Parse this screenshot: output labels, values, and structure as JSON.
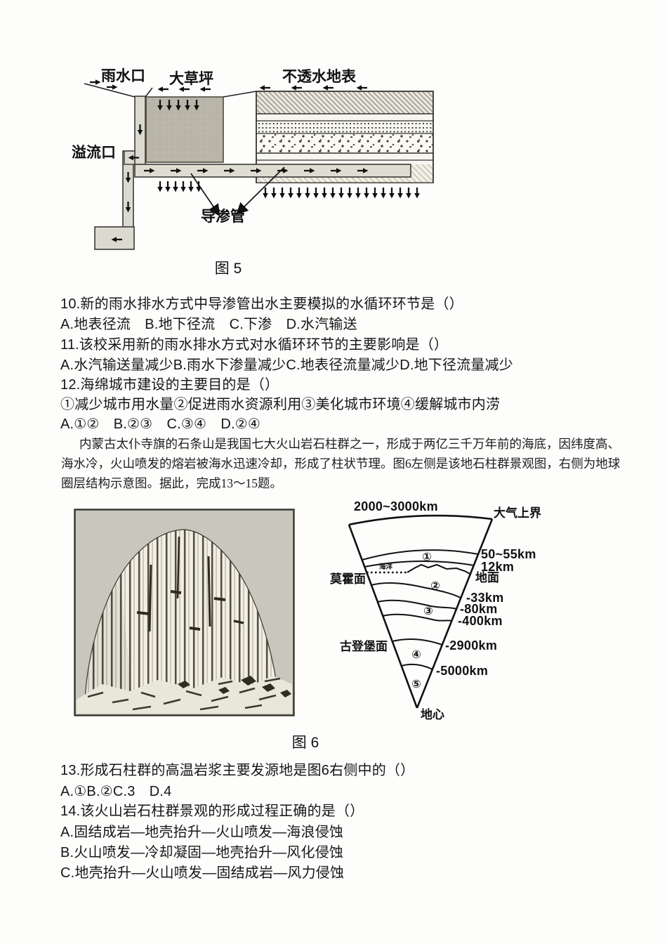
{
  "figure5": {
    "caption": "图 5",
    "labels": {
      "rain_inlet": "雨水口",
      "lawn": "大草坪",
      "impervious": "不透水地表",
      "overflow": "溢流口",
      "pipe": "导渗管"
    }
  },
  "questions": {
    "q10": {
      "stem": "10.新的雨水排水方式中导渗管出水主要模拟的水循环环节是（）",
      "options": "A.地表径流　B.地下径流　C.下渗　D.水汽输送"
    },
    "q11": {
      "stem": "11.该校采用新的雨水排水方式对水循环环节的主要影响是（）",
      "options": "A.水汽输送量减少B.雨水下渗量减少C.地表径流量减少D.地下径流量减少"
    },
    "q12": {
      "stem": "12.海绵城市建设的主要目的是（）",
      "items": "①减少城市用水量②促进雨水资源利用③美化城市环境④缓解城市内涝",
      "options": "A.①②　B.②③　C.③④　D.②④"
    },
    "q13": {
      "stem": "13.形成石柱群的高温岩浆主要发源地是图6右侧中的（）",
      "options": "A.①B.②C.3　D.4"
    },
    "q14": {
      "stem": "14.该火山岩石柱群景观的形成过程正确的是（）",
      "optionA": "A.固结成岩—地壳抬升—火山喷发—海浪侵蚀",
      "optionB": "B.火山喷发—冷却凝固—地壳抬升—风化侵蚀",
      "optionC": "C.地壳抬升—火山喷发—固结成岩—风力侵蚀"
    }
  },
  "passage": {
    "line1": "内蒙古太仆寺旗的石条山是我国七大火山岩石柱群之一，形成于两亿三千万年前的海底，因纬度高、",
    "line2": "海水冷，火山喷发的熔岩被海水迅速冷却，形成了柱状节理。图6左侧是该地石柱群景观图，右侧为地球",
    "line3": "圈层结构示意图。据此，完成13～15题。"
  },
  "figure6": {
    "caption": "图 6",
    "wedge": {
      "top_range": "2000~3000km",
      "atmosphere_top": "大气上界",
      "ocean": "海洋",
      "ground": "地面",
      "right_labels": [
        "50~55km",
        "12km",
        "-33km",
        "-80km",
        "-400km",
        "-2900km",
        "-5000km"
      ],
      "moho": "莫霍面",
      "gutenberg": "古登堡面",
      "center": "地心",
      "layers": [
        "①",
        "②",
        "③",
        "④",
        "⑤"
      ]
    }
  }
}
